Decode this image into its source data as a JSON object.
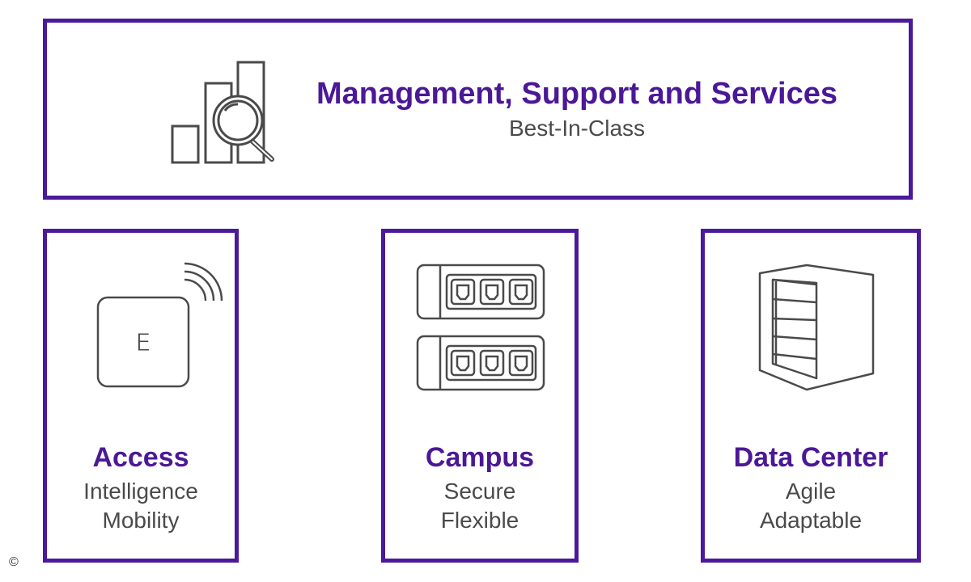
{
  "top": {
    "title": "Management, Support and Services",
    "subtitle": "Best-In-Class",
    "icon": "analytics-magnifier-icon"
  },
  "access": {
    "title": "Access",
    "line1": "Intelligence",
    "line2": "Mobility",
    "icon": "wireless-access-point-icon",
    "device_letter": "E"
  },
  "campus": {
    "title": "Campus",
    "line1": "Secure",
    "line2": "Flexible",
    "icon": "network-switches-icon"
  },
  "data_center": {
    "title": "Data Center",
    "line1": "Agile",
    "line2": "Adaptable",
    "icon": "server-rack-icon"
  },
  "copyright": "©",
  "colors": {
    "border": "#4a1a9a",
    "title": "#4b1896",
    "text": "#4a4a4a",
    "icon_stroke": "#4a4a4a"
  }
}
